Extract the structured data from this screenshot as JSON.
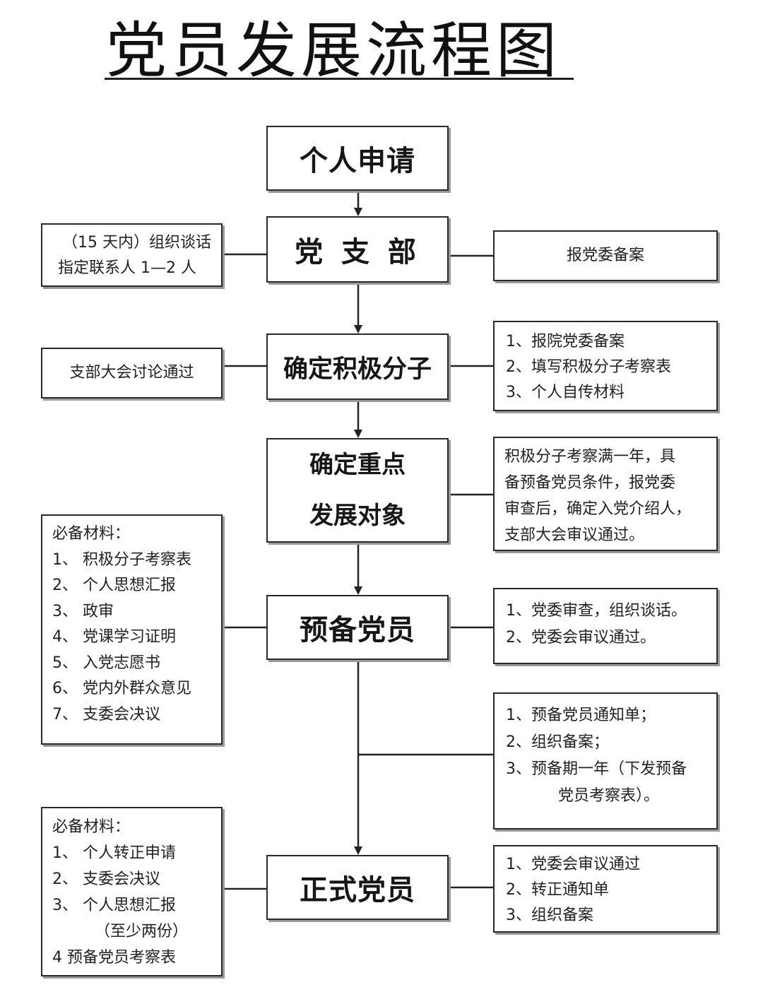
{
  "title": "党员发展流程图",
  "main_steps": [
    {
      "label": "个人申请"
    },
    {
      "label": "党 支 部"
    },
    {
      "label": "确定积极分子"
    },
    {
      "label_line1": "确定重点",
      "label_line2": "发展对象"
    },
    {
      "label": "预备党员"
    },
    {
      "label": "正式党员"
    }
  ],
  "party_branch": {
    "left": [
      "（15 天内）组织谈话",
      "指定联系人 1—2 人"
    ],
    "right": [
      "报党委备案"
    ]
  },
  "activist": {
    "left": [
      "支部大会讨论通过"
    ],
    "right": [
      "1、报院党委备案",
      "2、填写积极分子考察表",
      "3、个人自传材料"
    ]
  },
  "key_target": {
    "right": [
      "积极分子考察满一年，具",
      "备预备党员条件，报党委",
      "审查后，确定入党介绍人，",
      "支部大会审议通过。"
    ]
  },
  "probationary": {
    "left_heading": "必备材料：",
    "left": [
      "1、 积极分子考察表",
      "2、 个人思想汇报",
      "3、 政审",
      "4、 党课学习证明",
      "5、 入党志愿书",
      "6、 党内外群众意见",
      "7、 支委会决议"
    ],
    "right": [
      "1、党委审查，组织谈话。",
      "2、党委会审议通过。"
    ]
  },
  "probation_period": {
    "right": [
      "1、预备党员通知单；",
      "2、组织备案；",
      "3、预备期一年（下发预备",
      "党员考察表）。"
    ]
  },
  "full_member": {
    "left_heading": "必备材料：",
    "left": [
      "1、 个人转正申请",
      "2、 支委会决议",
      "3、 个人思想汇报",
      "（至少两份）",
      "4 预备党员考察表"
    ],
    "right": [
      "1、党委会审议通过",
      "2、转正通知单",
      "3、组织备案"
    ]
  }
}
